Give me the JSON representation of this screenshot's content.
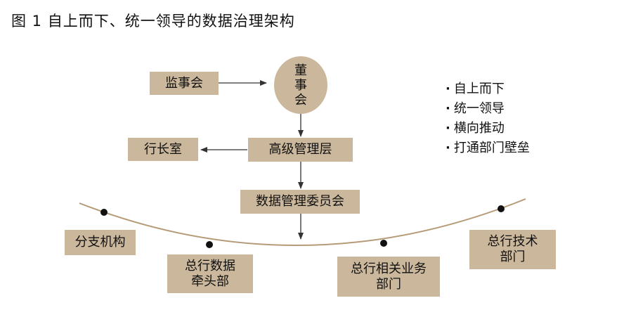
{
  "title": "图 1   自上而下、统一领导的数据治理架构",
  "nodes": {
    "supervisors": "监事会",
    "board": "董\n事\n会",
    "president_office": "行长室",
    "senior_management": "高级管理层",
    "data_committee": "数据管理委员会",
    "branches": "分支机构",
    "hq_data_lead": "总行数据\n牵头部",
    "hq_business": "总行相关业务\n部门",
    "hq_tech": "总行技术\n部门"
  },
  "principles": [
    "自上而下",
    "统一领导",
    "横向推动",
    "打通部门壁垒"
  ],
  "colors": {
    "box": "#cbb89c",
    "line": "#b59a78",
    "arrow": "#333333",
    "dot": "#111111"
  }
}
